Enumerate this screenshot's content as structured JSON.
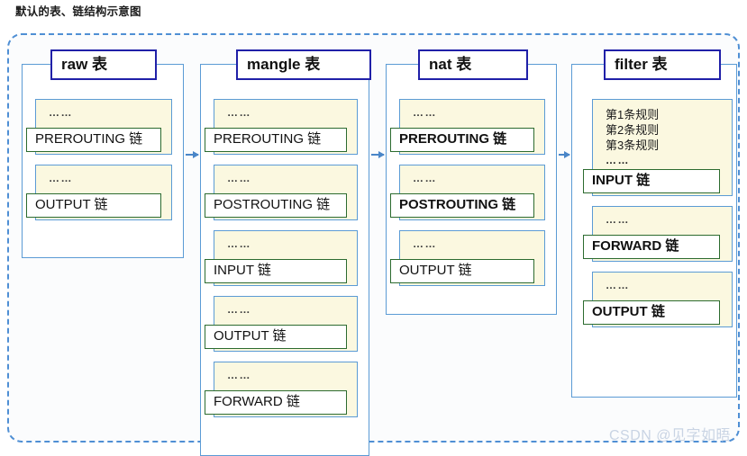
{
  "page": {
    "title": "默认的表、链结构示意图",
    "watermark": "CSDN @见字如晤"
  },
  "colors": {
    "dashed_frame": "#4f8fd4",
    "table_border": "#5b9bd5",
    "header_border": "#2020a8",
    "chain_border": "#2c6b2f",
    "chain_group_fill": "#fbf8e0",
    "arrow": "#4a86c8"
  },
  "diagram": {
    "dots_label": "……",
    "tables": [
      {
        "name": "raw 表",
        "chains": [
          {
            "label": "PREROUTING 链",
            "bold": false,
            "dots": "……",
            "rules": []
          },
          {
            "label": "OUTPUT 链",
            "bold": false,
            "dots": "……",
            "rules": []
          }
        ]
      },
      {
        "name": "mangle 表",
        "chains": [
          {
            "label": "PREROUTING 链",
            "bold": false,
            "dots": "……",
            "rules": []
          },
          {
            "label": "POSTROUTING 链",
            "bold": false,
            "dots": "……",
            "rules": []
          },
          {
            "label": "INPUT 链",
            "bold": false,
            "dots": "……",
            "rules": []
          },
          {
            "label": "OUTPUT 链",
            "bold": false,
            "dots": "……",
            "rules": []
          },
          {
            "label": "FORWARD 链",
            "bold": false,
            "dots": "……",
            "rules": []
          }
        ]
      },
      {
        "name": "nat 表",
        "chains": [
          {
            "label": "PREROUTING 链",
            "bold": true,
            "dots": "……",
            "rules": []
          },
          {
            "label": "POSTROUTING 链",
            "bold": true,
            "dots": "……",
            "rules": []
          },
          {
            "label": "OUTPUT 链",
            "bold": false,
            "dots": "……",
            "rules": []
          }
        ]
      },
      {
        "name": "filter 表",
        "chains": [
          {
            "label": "INPUT 链",
            "bold": true,
            "dots": "……",
            "rules": [
              "第1条规则",
              "第2条规则",
              "第3条规则",
              "……"
            ]
          },
          {
            "label": "FORWARD 链",
            "bold": true,
            "dots": "……",
            "rules": []
          },
          {
            "label": "OUTPUT 链",
            "bold": true,
            "dots": "……",
            "rules": []
          }
        ]
      }
    ],
    "arrows": [
      {
        "from": "raw 表",
        "to": "mangle 表"
      },
      {
        "from": "mangle 表",
        "to": "nat 表"
      },
      {
        "from": "nat 表",
        "to": "filter 表"
      }
    ]
  }
}
